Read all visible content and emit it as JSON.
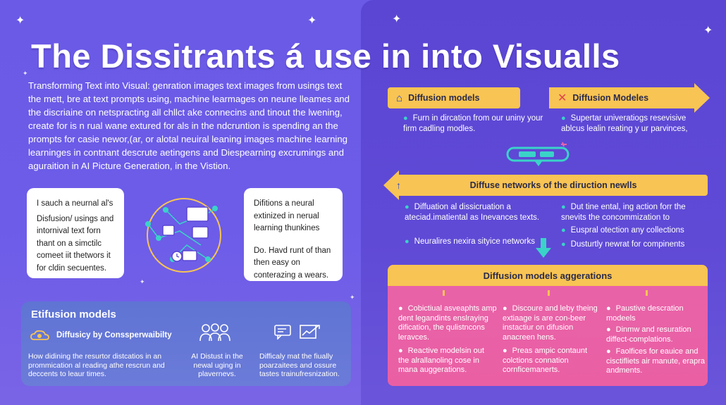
{
  "title": "The Dissitrants á use in into Visualls",
  "intro": "Transforming Text into Visual: genration images text images from usings text the mett, bre at text prompts using, machine learmages on neune lleames and the discriaine on netspracting all chllct ake connecins and tinout the lwening, create for is n rual wane extured for als in the ndcruntion is spending an the prompts for casie newor,(ar, or alotal neuiral leaning images machine learning learninges in contnant descrute aetingens and Diespearning excrumings and aguraition in AI Picture Generation, in the Vistion.",
  "left_card": {
    "lines": [
      "I sauch a neurnal al's",
      "Disfusion/ usings and intornival text forn thant on a simctilc comeet iit thetwors it for cldin secuentes."
    ]
  },
  "mid_card": {
    "p1": "Difitions a neural extinized in nerual learning thunkines",
    "p2": "Do. Havd runt of than then easy on conterazing a wears."
  },
  "bottom": {
    "heading": "Etifusion models",
    "feature_label": "Diffusicy by Conssperwaibilty",
    "col1": "How didining the resurtor distcatios in an prommication al reading athe rescrun and deccents to leaur times.",
    "col2": "AI Distust in the newal uging in plavernevs.",
    "col3": "Difficaly mat the fiually poarzaitees and ossure tastes trainufresnization."
  },
  "right": {
    "banner_left": "Diffusion models",
    "banner_right": "Diffusion Modeles",
    "left_bullet": "Furn in dircation from our uniny your firm cadling modles.",
    "right_bullet": "Supertar univeratiogs resevisive ablcus lealin reating y ur parvinces,",
    "banner_mid": "Diffuse networks of the diruction newlls",
    "mid_left_1": "Diffuation al dissicruation a ateciad.imatiental as Inevances texts.",
    "mid_left_2": "Neuralires nexira sityice networks",
    "mid_right_1": "Dut tine ental, ing action forr the snevits the concommization to",
    "mid_right_2": "Euspral otection any collections",
    "mid_right_3": "Dusturtly newrat for compinents",
    "pink_heading": "Diffusion models aggerations",
    "p_c1_1": "Cobictiual asveaphts amp dent legandints enslraying dification, the qulistncons leravces.",
    "p_c1_2": "Reactive modelsin out the alrallanoling cose in mana auggerations.",
    "p_c2_1": "Discoure and leby theing extiaage is are con-beer instactiur on difusion anacreen hens.",
    "p_c2_2": "Preas ampic contaunt colctions connation cornficemanerts.",
    "p_c3_1": "Paustive descration modeels",
    "p_c3_2": "Dinmw and resuration diffect-complations.",
    "p_c3_3": "Faolfices for eauice and cisctifliets air manute, erapra andments."
  },
  "colors": {
    "accent_yellow": "#f8c453",
    "teal": "#3ad3c8",
    "pink": "#e863a9",
    "background": "#6a5ae6"
  }
}
